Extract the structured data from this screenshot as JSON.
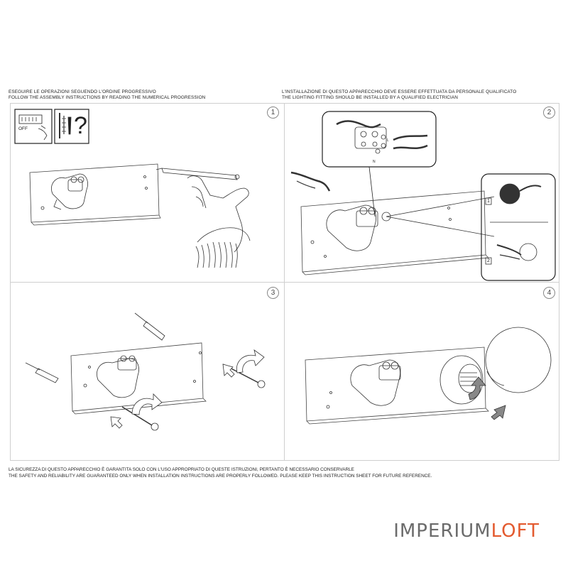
{
  "header_left": {
    "line1": "ESEGUIRE LE OPERAZIONI SEGUENDO L'ORDINE PROGRESSIVO",
    "line2": "FOLLOW THE ASSEMBLY INSTRUCTIONS BY READING THE NUMERICAL PROGRESSION"
  },
  "header_right": {
    "line1": "L'INSTALLAZIONE DI QUESTO APPARECCHIO DEVE ESSERE EFFETTUATA DA PERSONALE QUALIFICATO",
    "line2": "THE LIGHTING FITTING SHOULD BE INSTALLED BY A QUALIFIED ELECTRICIAN"
  },
  "steps": [
    {
      "number": "1"
    },
    {
      "number": "2"
    },
    {
      "number": "3"
    },
    {
      "number": "4"
    }
  ],
  "step1": {
    "switch_label": "OFF",
    "question_mark": "?"
  },
  "step2": {
    "terminal_labels": [
      "L",
      "N"
    ],
    "substep_labels": [
      "1",
      "2"
    ]
  },
  "footer": {
    "line1": "LA SICUREZZA DI QUESTO APPARECCHIO È GARANTITA SOLO CON L'USO APPROPRIATO DI QUESTE ISTRUZIONI, PERTANTO È NECESSARIO CONSERVARLE",
    "line2": "THE SAFETY AND RELIABILITY ARE GUARANTEED ONLY WHEN INSTALLATION INSTRUCTIONS ARE PROPERLY FOLLOWED. PLEASE KEEP THIS INSTRUCTION SHEET FOR FUTURE REFERENCE."
  },
  "logo": {
    "part1": "IMPERIUM",
    "part2": "LOFT",
    "accent_color": "#e35a2f"
  }
}
